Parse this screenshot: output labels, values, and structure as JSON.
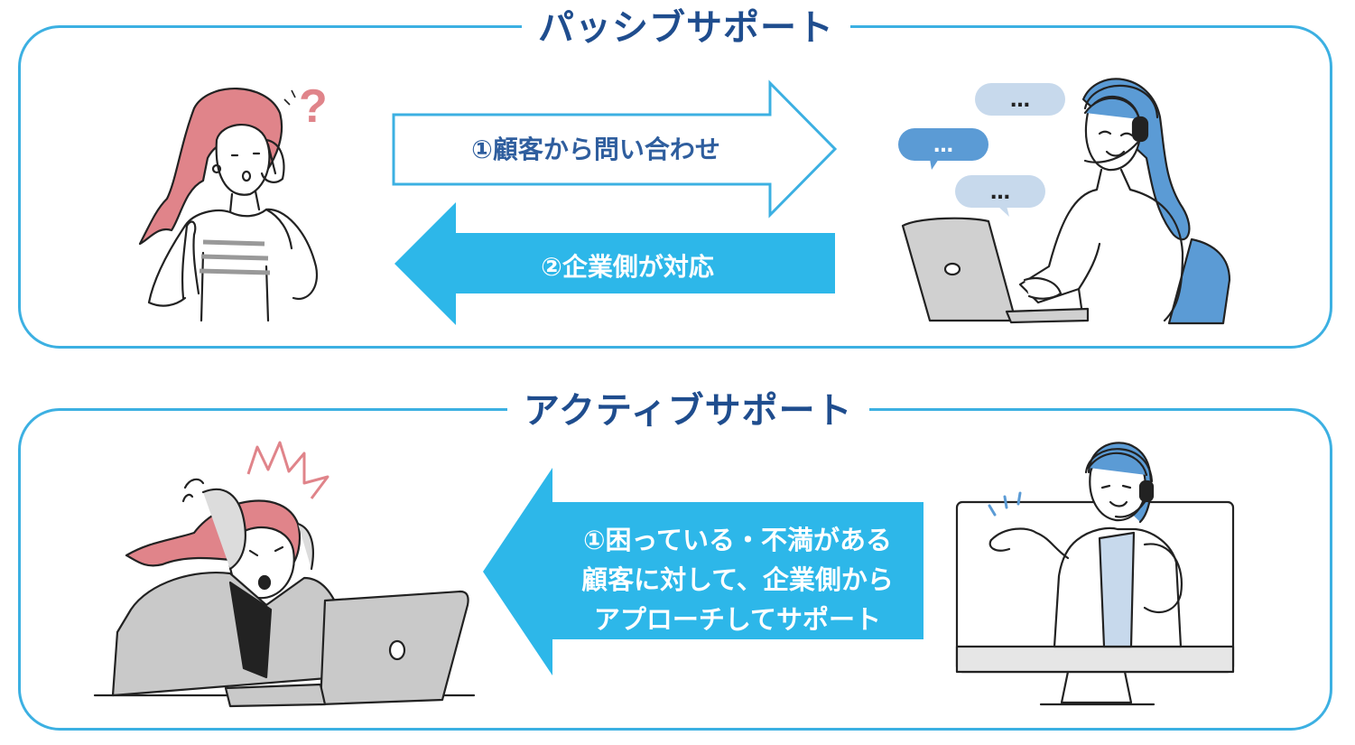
{
  "passive": {
    "title": "パッシブサポート",
    "inquiry_label": "①顧客から問い合わせ",
    "response_label": "②企業側が対応",
    "question_mark": "?",
    "bubble_text": "…"
  },
  "active": {
    "title": "アクティブサポート",
    "approach_lines": [
      "①困っている・不満がある",
      "顧客に対して、企業側から",
      "アプローチしてサポート"
    ]
  },
  "colors": {
    "frame_blue": "#3cb0e2",
    "heading_navy": "#1f4d8e",
    "arrow_cyan": "#2db7e9",
    "customer_pink": "#e0848a",
    "operator_blue": "#5b9bd5"
  }
}
